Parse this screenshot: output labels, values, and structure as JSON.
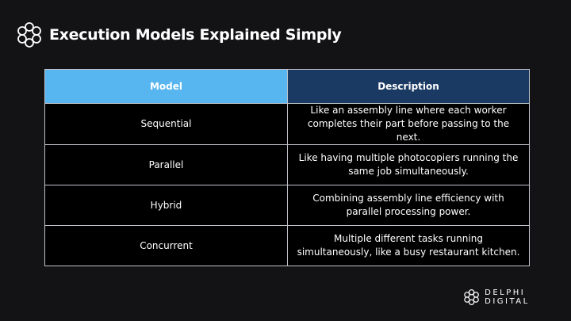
{
  "title": "Execution Models Explained Simply",
  "table": {
    "headers": [
      "Model",
      "Description"
    ],
    "rows": [
      [
        "Sequential",
        "Like an assembly line where each worker completes their part before passing to the next."
      ],
      [
        "Parallel",
        "Like having multiple photocopiers running the same job simultaneously."
      ],
      [
        "Hybrid",
        "Combining assembly line efficiency with parallel processing power."
      ],
      [
        "Concurrent",
        "Multiple different tasks running simultaneously, like a busy restaurant kitchen."
      ]
    ]
  },
  "brand": "DELPHI DIGITAL"
}
